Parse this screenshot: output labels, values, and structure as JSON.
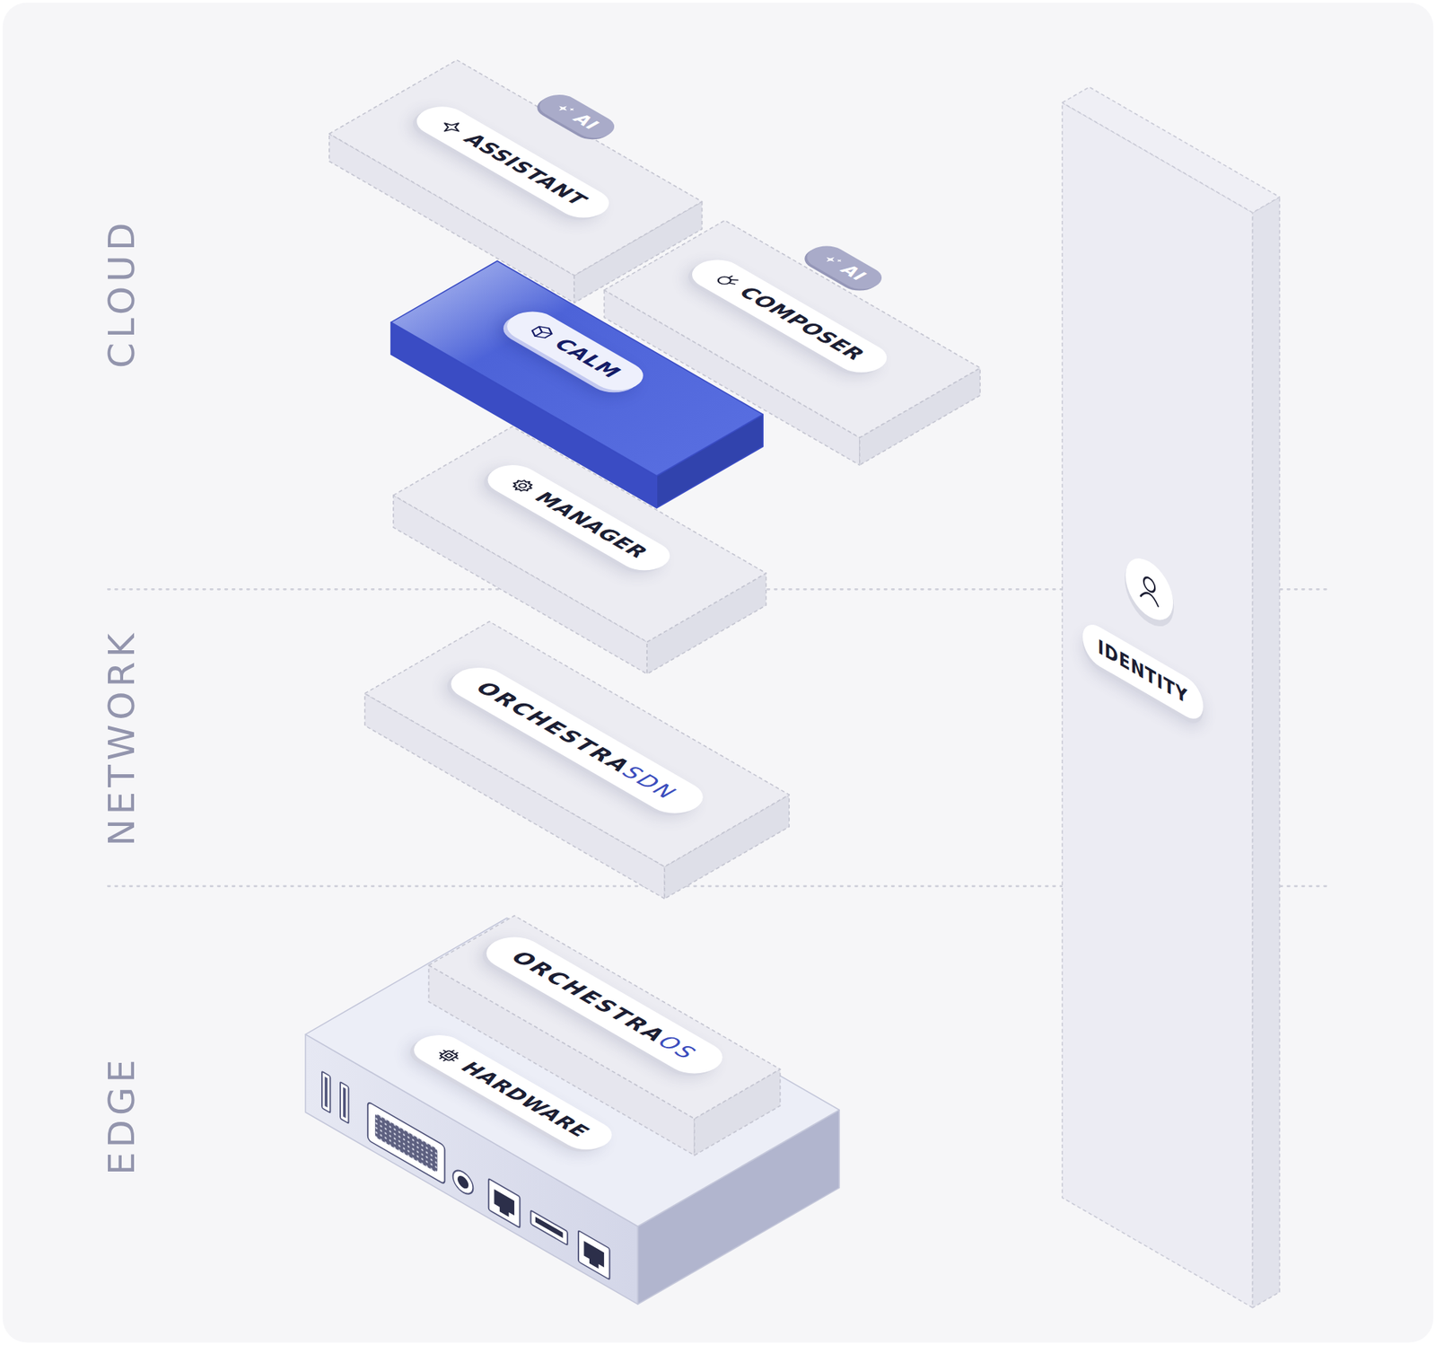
{
  "diagram": {
    "nodes": [
      {
        "text": [
          "ASSISTANT"
        ]
      },
      {
        "text": [
          "AI"
        ]
      },
      {
        "text": [
          "COMPOSER"
        ]
      },
      {
        "text": [
          "AI"
        ]
      },
      {
        "text": [
          "CALM"
        ]
      },
      {
        "text": [
          "MANAGER"
        ]
      },
      {
        "text": [
          "ORCHESTRA",
          "SDN"
        ]
      },
      {
        "text": [
          "ORCHESTRA",
          "OS"
        ]
      },
      {
        "text": [
          "HARDWARE"
        ]
      },
      {
        "text": [
          "IDENTITY"
        ]
      }
    ],
    "labels": [
      "CLOUD",
      "NETWORK",
      "EDGE"
    ]
  }
}
